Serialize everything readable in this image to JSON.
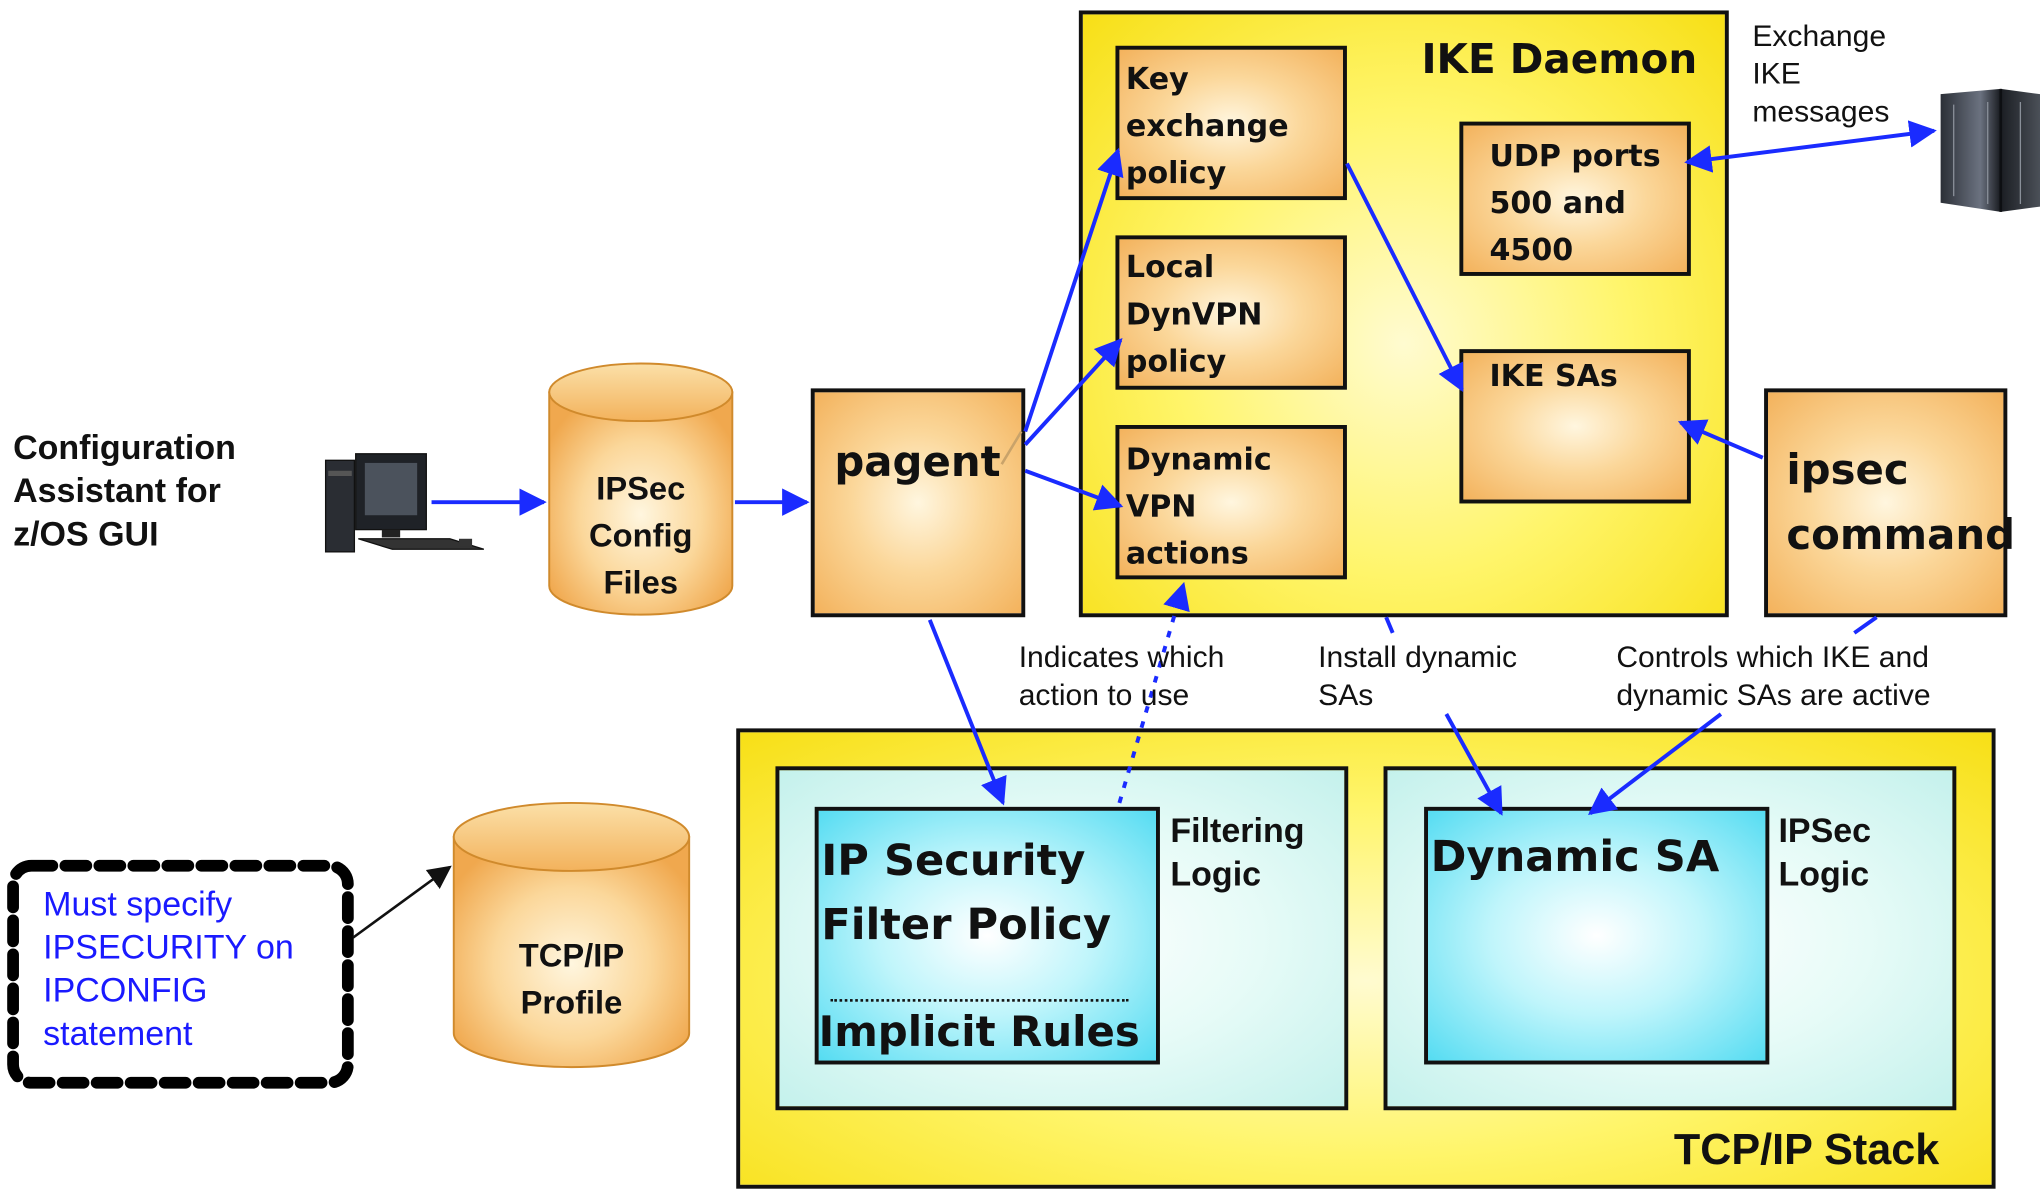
{
  "left": {
    "gui_label": "Configuration\nAssistant for\nz/OS GUI",
    "ipsec_files": "IPSec\nConfig\nFiles",
    "tcpip_profile": "TCP/IP\nProfile",
    "note": "Must specify\nIPSECURITY on\nIPCONFIG\nstatement"
  },
  "pagent": {
    "label": "pagent"
  },
  "ike": {
    "title": "IKE Daemon",
    "key_exchange": "Key\nexchange\npolicy",
    "local_dynvpn": "Local\nDynVPN\npolicy",
    "dynamic_vpn": "Dynamic\nVPN\nactions",
    "udp_ports": "UDP ports\n500 and\n4500",
    "ike_sas": "IKE SAs"
  },
  "ipsec_cmd": {
    "label": "ipsec\ncommand"
  },
  "exchange_label": "Exchange\nIKE\nmessages",
  "annotations": {
    "indicates": "Indicates which\naction to use",
    "install": "Install dynamic\nSAs",
    "controls": "Controls which IKE and\ndynamic SAs are active"
  },
  "stack": {
    "title": "TCP/IP Stack",
    "filtering_logic": "Filtering\nLogic",
    "ipsec_logic": "IPSec\nLogic",
    "filter_policy": "IP Security\nFilter Policy",
    "implicit_rules": "Implicit Rules",
    "dynamic_sa": "Dynamic SA"
  },
  "colors": {
    "arrow": "#1a2bff",
    "orange": "#f3b25c",
    "yellow": "#f7df16",
    "aqua": "#c4f1ec",
    "cyan": "#55dcf2",
    "note_text": "#1a1aff"
  },
  "icons": [
    "workstation-icon",
    "mainframe-server-icon"
  ]
}
